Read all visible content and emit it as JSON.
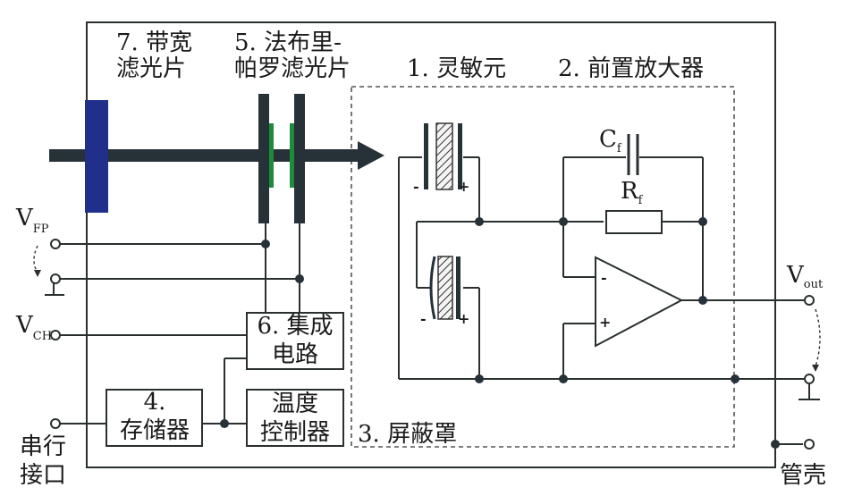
{
  "labels": {
    "filter": [
      "7. 带宽",
      "滤光片"
    ],
    "fabry_perot": [
      "5. 法布里-",
      "帕罗滤光片"
    ],
    "sensor": "1. 灵敏元",
    "preamp": "2. 前置放大器",
    "shield": "3. 屏蔽罩",
    "memory": [
      "4.",
      "存储器"
    ],
    "ic": [
      "6. 集成",
      "电路"
    ],
    "temp_ctrl": [
      "温度",
      "控制器"
    ],
    "cap": {
      "main": "C",
      "sub": "f"
    },
    "res": {
      "main": "R",
      "sub": "f"
    },
    "vfp": {
      "main": "V",
      "sub": "FP"
    },
    "vch": {
      "main": "V",
      "sub": "CH"
    },
    "vout": {
      "main": "V",
      "sub": "out"
    },
    "serial": [
      "串行",
      "接口"
    ],
    "case": "管壳",
    "minus": "-",
    "plus": "+",
    "opamp_minus": "-",
    "opamp_plus": "+"
  },
  "colors": {
    "wire": "#2a2f2f",
    "beam": "#263238",
    "filter_blue": "#1f2f8a",
    "fp_green": "#1e8c3a"
  }
}
